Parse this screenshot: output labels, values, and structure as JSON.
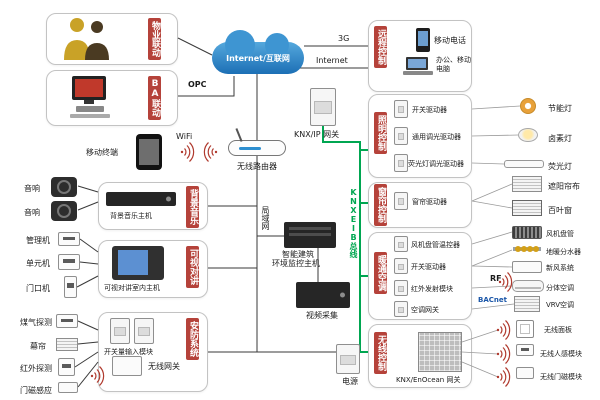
{
  "colors": {
    "tag_red": "#b5423a",
    "bus_green": "#00a651",
    "cloud_blue": "#2e8fd0",
    "line_black": "#3a3a3a"
  },
  "cloud_label": "Internet/互联网",
  "net": {
    "g3": "3G",
    "internet": "Internet",
    "opc": "OPC",
    "wifi": "WiFi",
    "lan": "局域网",
    "bus": "KNXEIB总线",
    "rf": "RF",
    "bacnet": "BACnet"
  },
  "tags": {
    "property": "物业联动",
    "ba": "BA联动",
    "bgm": "背景音乐",
    "intercom": "可视对讲",
    "security": "安防系统",
    "remote": "远程控制",
    "lighting": "照明控制",
    "curtain": "窗帘控制",
    "hvac": "暖通空调",
    "wireless": "无线控制"
  },
  "dev": {
    "mobile_terminal": "移动终端",
    "router": "无线路由器",
    "knx_ip": "KNX/IP 网关",
    "speaker_a": "音响",
    "speaker_b": "音响",
    "bgm_host": "背景音乐主机",
    "mgmt": "管理机",
    "unit": "单元机",
    "door": "门口机",
    "intercom_host": "可视对讲室内主机",
    "gas": "煤气探测",
    "curtain_sensor": "幕帘",
    "ir_sensor": "红外探测",
    "door_magnet": "门磁感应",
    "di_module": "开关量输入模块",
    "wireless_gw": "无线网关",
    "host_line1": "智能建筑",
    "host_line2": "环境监控主机",
    "video": "视频采集",
    "power": "电源",
    "enocean_gw": "KNX/EnOcean 网关",
    "phone": "移动电话",
    "office_pc": "办公、移动电脑",
    "switch_act": "开关驱动器",
    "dim_act": "通用调光驱动器",
    "fl_dim_act": "荧光灯调光驱动器",
    "cfl": "节能灯",
    "halogen": "卤素灯",
    "tube": "荧光灯",
    "curtain_act": "窗帘驱动器",
    "shade": "遮阳帘布",
    "blind": "百叶窗",
    "fcu_tstat": "风机盘管温控器",
    "switch_act2": "开关驱动器",
    "ir_tx": "红外发射模块",
    "ac_gw": "空调网关",
    "fcu": "风机盘管",
    "manifold": "地暖分水器",
    "fresh_air": "新风系统",
    "split_ac": "分体空调",
    "vrv_ac": "VRV空调",
    "w_panel": "无线面板",
    "w_motion": "无线人感模块",
    "w_doormag": "无线门磁模块"
  }
}
